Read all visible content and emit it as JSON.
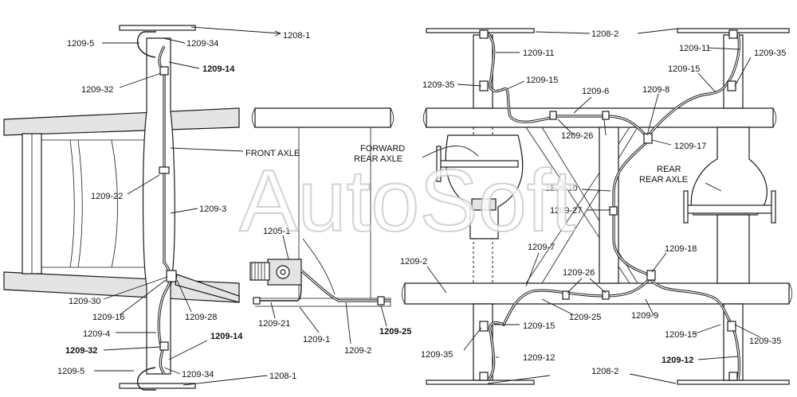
{
  "labels": {
    "l1208_1_top": "1208-1",
    "l1209_5_top": "1209-5",
    "l1209_34_top": "1209-34",
    "l1209_32_top": "1209-32",
    "l1209_14_top": "1209-14",
    "front_axle": "FRONT AXLE",
    "l1209_22": "1209-22",
    "l1209_3": "1209-3",
    "l1209_30": "1209-30",
    "l1209_16": "1209-16",
    "l1209_28": "1209-28",
    "l1209_4": "1209-4",
    "l1209_32_bot": "1209-32",
    "l1209_14_bot": "1209-14",
    "l1209_5_bot": "1209-5",
    "l1209_34_bot": "1209-34",
    "l1208_1_bot": "1208-1",
    "l1205_1": "1205-1",
    "l1209_21": "1209-21",
    "l1209_1": "1209-1",
    "l1209_2_bot": "1209-2",
    "l1209_25_left": "1209-25",
    "forward": "FORWARD",
    "rear_axle_fwd": "REAR AXLE",
    "l1208_2_top": "1208-2",
    "l1209_11_left": "1209-11",
    "l1209_11_right": "1209-11",
    "l1209_35_tl": "1209-35",
    "l1209_35_tr": "1209-35",
    "l1209_15_tl": "1209-15",
    "l1209_15_tr": "1209-15",
    "l1209_6": "1209-6",
    "l1209_8": "1209-8",
    "l1209_26_top": "1209-26",
    "l1209_17": "1209-17",
    "rear": "REAR",
    "rear_axle_rear": "REAR AXLE",
    "l1209_10": "1209-10",
    "l1209_27": "1209-27",
    "l1209_2_mid": "1209-2",
    "l1209_7": "1209-7",
    "l1209_18": "1209-18",
    "l1209_26_bot": "1209-26",
    "l1209_25_right": "1209-25",
    "l1209_9": "1209-9",
    "l1209_15_bl": "1209-15",
    "l1209_15_br": "1209-15",
    "l1209_35_bl": "1209-35",
    "l1209_35_br": "1209-35",
    "l1209_12_left": "1209-12",
    "l1209_12_right": "1209-12",
    "l1208_2_bot": "1208-2"
  },
  "watermark": "AutoSoft"
}
